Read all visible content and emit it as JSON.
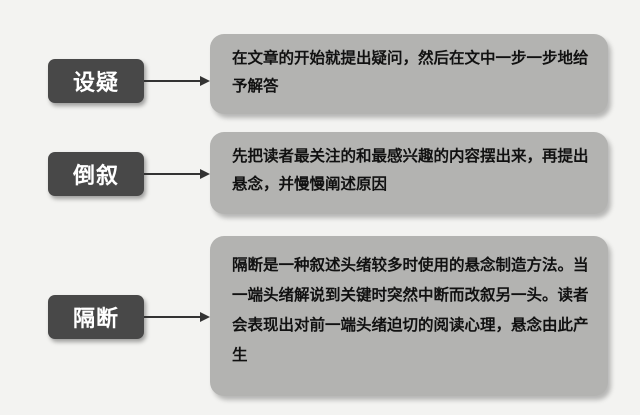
{
  "rows": [
    {
      "label": "设疑",
      "description": "在文章的开始就提出疑问，然后在文中一步一步地给予解答"
    },
    {
      "label": "倒叙",
      "description": "先把读者最关注的和最感兴趣的内容摆出来，再提出悬念，并慢慢阐述原因"
    },
    {
      "label": "隔断",
      "description": "隔断是一种叙述头绪较多时使用的悬念制造方法。当一端头绪解说到关键时突然中断而改叙另一头。读者会表现出对前一端头绪迫切的阅读心理，悬念由此产生"
    }
  ],
  "colors": {
    "label_fill": "#484848",
    "label_text": "#ffffff",
    "desc_fill": "#b3b3b1",
    "arrow": "#333333"
  }
}
